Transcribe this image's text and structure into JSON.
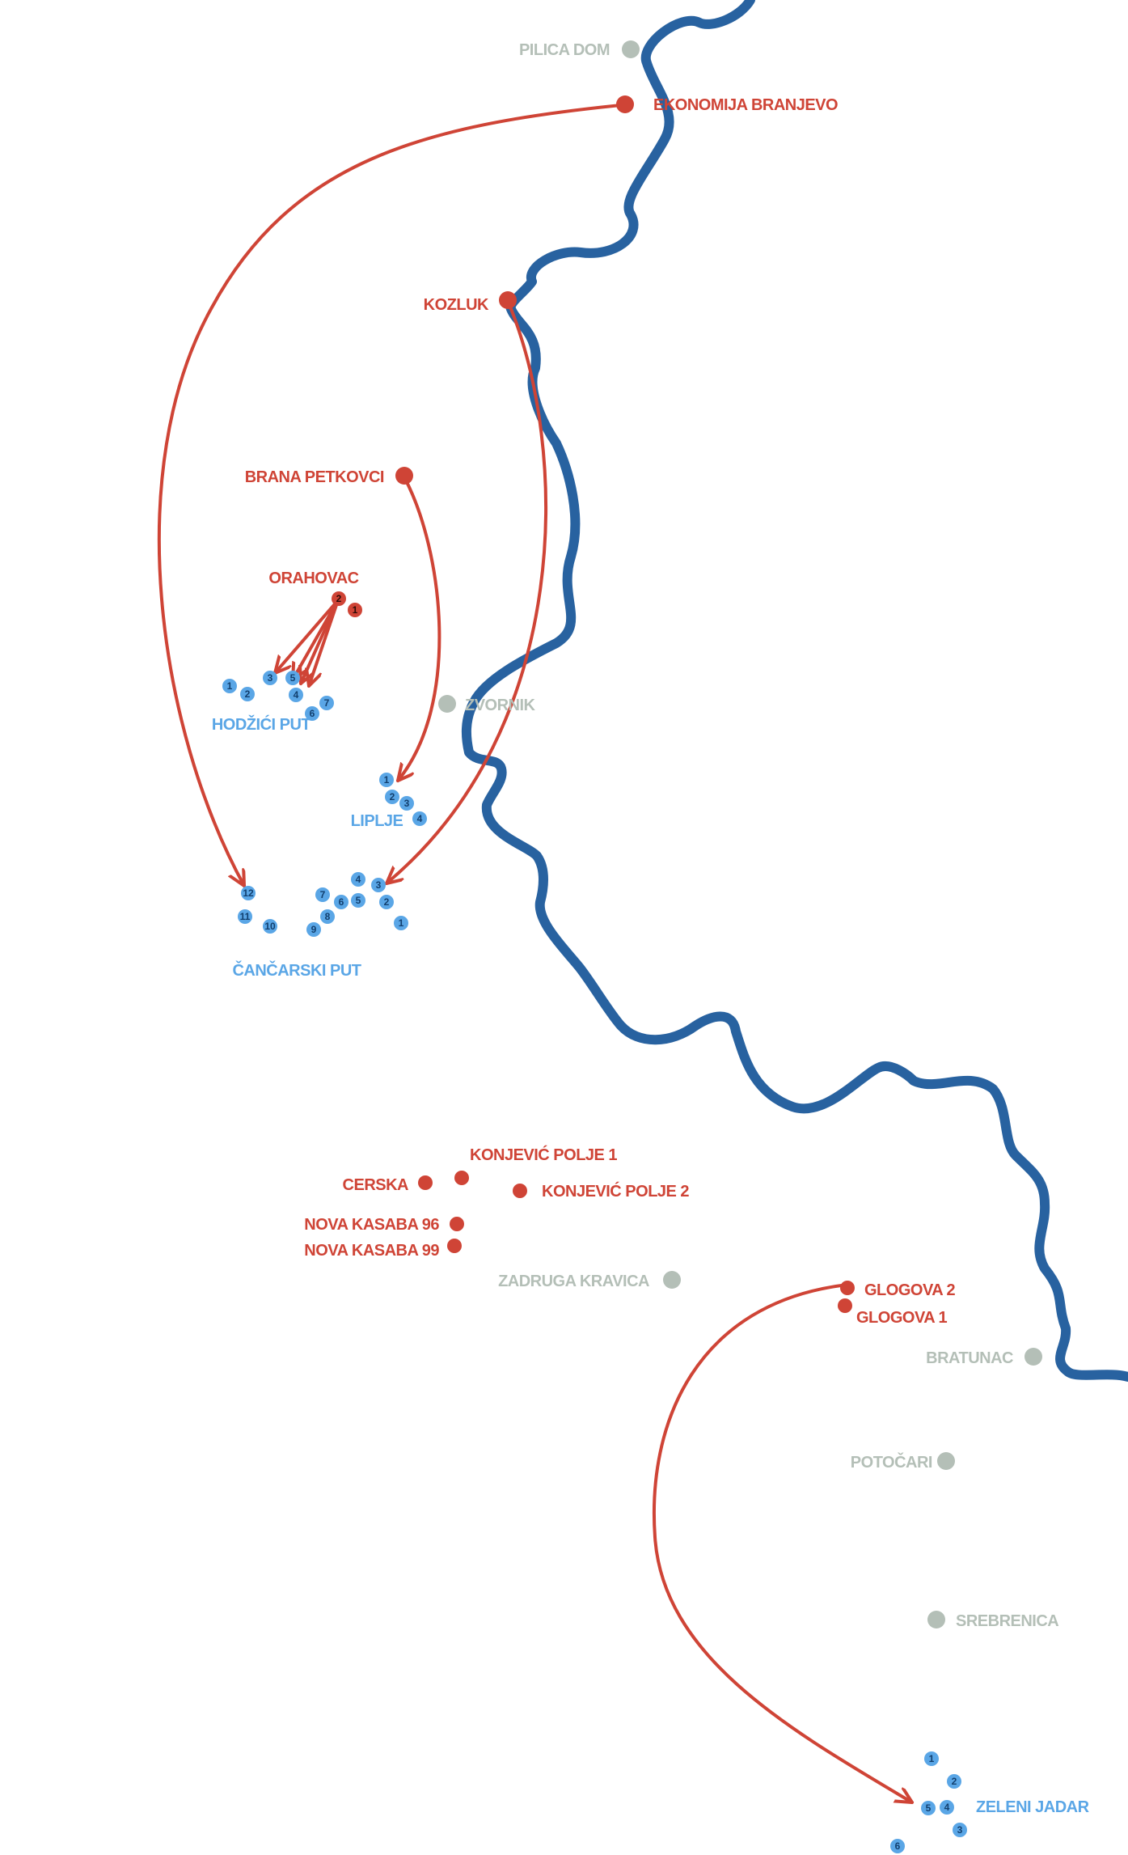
{
  "colors": {
    "primary_site": "#cf4436",
    "secondary_site": "#5aa6e6",
    "town": "#b4bfb7",
    "river": "#2862a0"
  },
  "towns": [
    {
      "id": "pilica-dom",
      "label": "PILICA DOM"
    },
    {
      "id": "zvornik",
      "label": "ZVORNIK"
    },
    {
      "id": "zadruga-kravica",
      "label": "ZADRUGA KRAVICA"
    },
    {
      "id": "bratunac",
      "label": "BRATUNAC"
    },
    {
      "id": "potocari",
      "label": "POTOČARI"
    },
    {
      "id": "srebrenica",
      "label": "SREBRENICA"
    }
  ],
  "primary_sites": [
    {
      "id": "ekonomija-branjevo",
      "label": "EKONOMIJA BRANJEVO"
    },
    {
      "id": "kozluk",
      "label": "KOZLUK"
    },
    {
      "id": "brana-petkovci",
      "label": "BRANA PETKOVCI"
    },
    {
      "id": "orahovac",
      "label": "ORAHOVAC",
      "markers": [
        "2",
        "1"
      ]
    },
    {
      "id": "cerska",
      "label": "CERSKA"
    },
    {
      "id": "konjevic-polje-1",
      "label": "KONJEVIĆ POLJE 1"
    },
    {
      "id": "konjevic-polje-2",
      "label": "KONJEVIĆ POLJE 2"
    },
    {
      "id": "nova-kasaba-96",
      "label": "NOVA KASABA 96"
    },
    {
      "id": "nova-kasaba-99",
      "label": "NOVA KASABA 99"
    },
    {
      "id": "glogova-2",
      "label": "GLOGOVA 2"
    },
    {
      "id": "glogova-1",
      "label": "GLOGOVA 1"
    }
  ],
  "secondary_groups": [
    {
      "id": "hodzici-put",
      "label": "HODŽIĆI PUT",
      "sites": [
        "1",
        "2",
        "3",
        "5",
        "4",
        "7",
        "6"
      ]
    },
    {
      "id": "liplje",
      "label": "LIPLJE",
      "sites": [
        "1",
        "2",
        "3",
        "4"
      ]
    },
    {
      "id": "cancarski-put",
      "label": "ČANČARSKI PUT",
      "sites": [
        "12",
        "11",
        "10",
        "7",
        "6",
        "5",
        "4",
        "3",
        "2",
        "1",
        "9",
        "8"
      ]
    },
    {
      "id": "zeleni-jadar",
      "label": "ZELENI JADAR",
      "sites": [
        "1",
        "2",
        "5",
        "4",
        "3",
        "6"
      ]
    }
  ],
  "transfers": [
    {
      "from": "ekonomija-branjevo",
      "to": "cancarski-put"
    },
    {
      "from": "kozluk",
      "to": "cancarski-put"
    },
    {
      "from": "brana-petkovci",
      "to": "liplje"
    },
    {
      "from": "orahovac",
      "to": "hodzici-put"
    },
    {
      "from": "glogova",
      "to": "zeleni-jadar"
    }
  ]
}
